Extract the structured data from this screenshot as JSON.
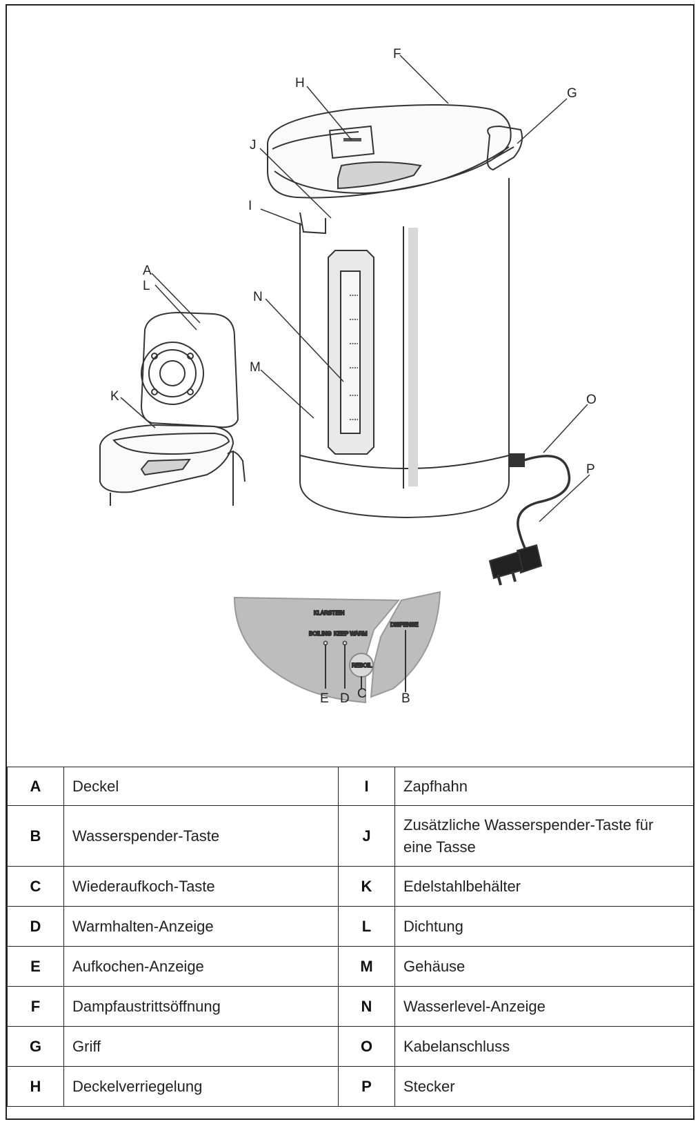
{
  "diagram": {
    "callouts": [
      "A",
      "B",
      "C",
      "D",
      "E",
      "F",
      "G",
      "H",
      "I",
      "J",
      "K",
      "L",
      "M",
      "N",
      "O",
      "P"
    ],
    "panel": {
      "brand": "KLARSTEIN",
      "indicator_left": "BOILING",
      "indicator_right": "KEEP WARM",
      "reboil_button": "REBOIL",
      "dispense_button": "DISPENSE"
    }
  },
  "parts": [
    {
      "left_key": "A",
      "left_label": "Deckel",
      "right_key": "I",
      "right_label": "Zapfhahn"
    },
    {
      "left_key": "B",
      "left_label": "Wasserspender-Taste",
      "right_key": "J",
      "right_label": "Zusätzliche Wasserspender-Taste für eine Tasse"
    },
    {
      "left_key": "C",
      "left_label": "Wiederaufkoch-Taste",
      "right_key": "K",
      "right_label": "Edelstahlbehälter"
    },
    {
      "left_key": "D",
      "left_label": "Warmhalten-Anzeige",
      "right_key": "L",
      "right_label": "Dichtung"
    },
    {
      "left_key": "E",
      "left_label": "Aufkochen-Anzeige",
      "right_key": "M",
      "right_label": "Gehäuse"
    },
    {
      "left_key": "F",
      "left_label": "Dampfaustrittsöffnung",
      "right_key": "N",
      "right_label": "Wasserlevel-Anzeige"
    },
    {
      "left_key": "G",
      "left_label": "Griff",
      "right_key": "O",
      "right_label": "Kabelanschluss"
    },
    {
      "left_key": "H",
      "left_label": "Deckelverriegelung",
      "right_key": "P",
      "right_label": "Stecker"
    }
  ]
}
